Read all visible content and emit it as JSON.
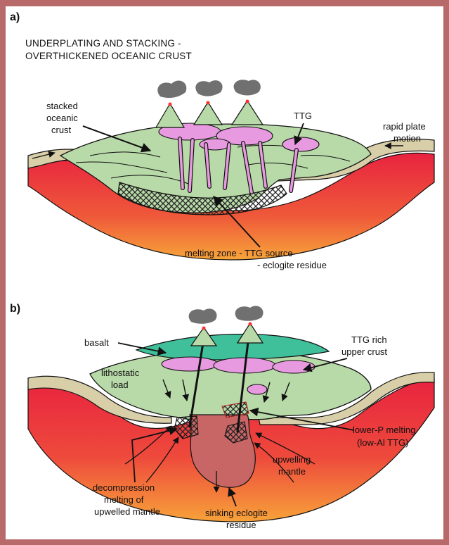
{
  "panel_a": {
    "letter": "a)",
    "title_line1": "UNDERPLATING AND STACKING -",
    "title_line2": "OVERTHICKENED OCEANIC CRUST",
    "stacked_1": "stacked",
    "stacked_2": "oceanic",
    "stacked_3": "crust",
    "ttg": "TTG",
    "rapid_1": "rapid plate",
    "rapid_2": "motion",
    "melting_1": "melting zone - TTG source",
    "melting_2": "- eclogite residue"
  },
  "panel_b": {
    "letter": "b)",
    "basalt": "basalt",
    "ttg_rich_1": "TTG rich",
    "ttg_rich_2": "upper crust",
    "litho_1": "lithostatic",
    "litho_2": "load",
    "lowp_1": "lower-P melting",
    "lowp_2": "(low-Al TTG)",
    "upwelling_1": "upwelling",
    "upwelling_2": "mantle",
    "decomp_1": "decompression",
    "decomp_2": "melting of",
    "decomp_3": "upwelled mantle",
    "sinking_1": "sinking eclogite",
    "sinking_2": "residue"
  },
  "colors": {
    "background": "#b86a6a",
    "crust_green": "#b8d9a8",
    "ttg_pink": "#e89ae0",
    "basalt_teal": "#3fbf9a",
    "plate_tan": "#d8cfa8",
    "mantle_red": "#e8324a",
    "mantle_orange": "#f39a3a",
    "residue": "#c86666"
  }
}
